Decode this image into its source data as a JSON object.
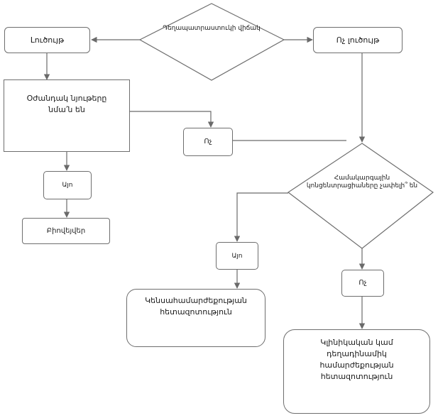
{
  "diagram": {
    "decision_top": "Դեղապատրաստուկի վիճակ",
    "left_branch": "Լուծույթ",
    "right_branch": "Ոչ լուծույթ",
    "sample_question": "Օժանդակ նյութերը նմա՛ն են",
    "no_left": "Ոչ",
    "yes_left": "Այո",
    "biowaiver": "Բիովեյվեր",
    "decision_right": "Համակարգային կոնցենտրացիաները չափելի՞ են",
    "yes_right": "Այո",
    "no_right": "Ոչ",
    "bioequivalence": "Կենսահամարժեքության հետազոտություն",
    "clinical": "Կլինիկական կամ դեղադինամիկ համարժեքության հետազոտություն"
  }
}
